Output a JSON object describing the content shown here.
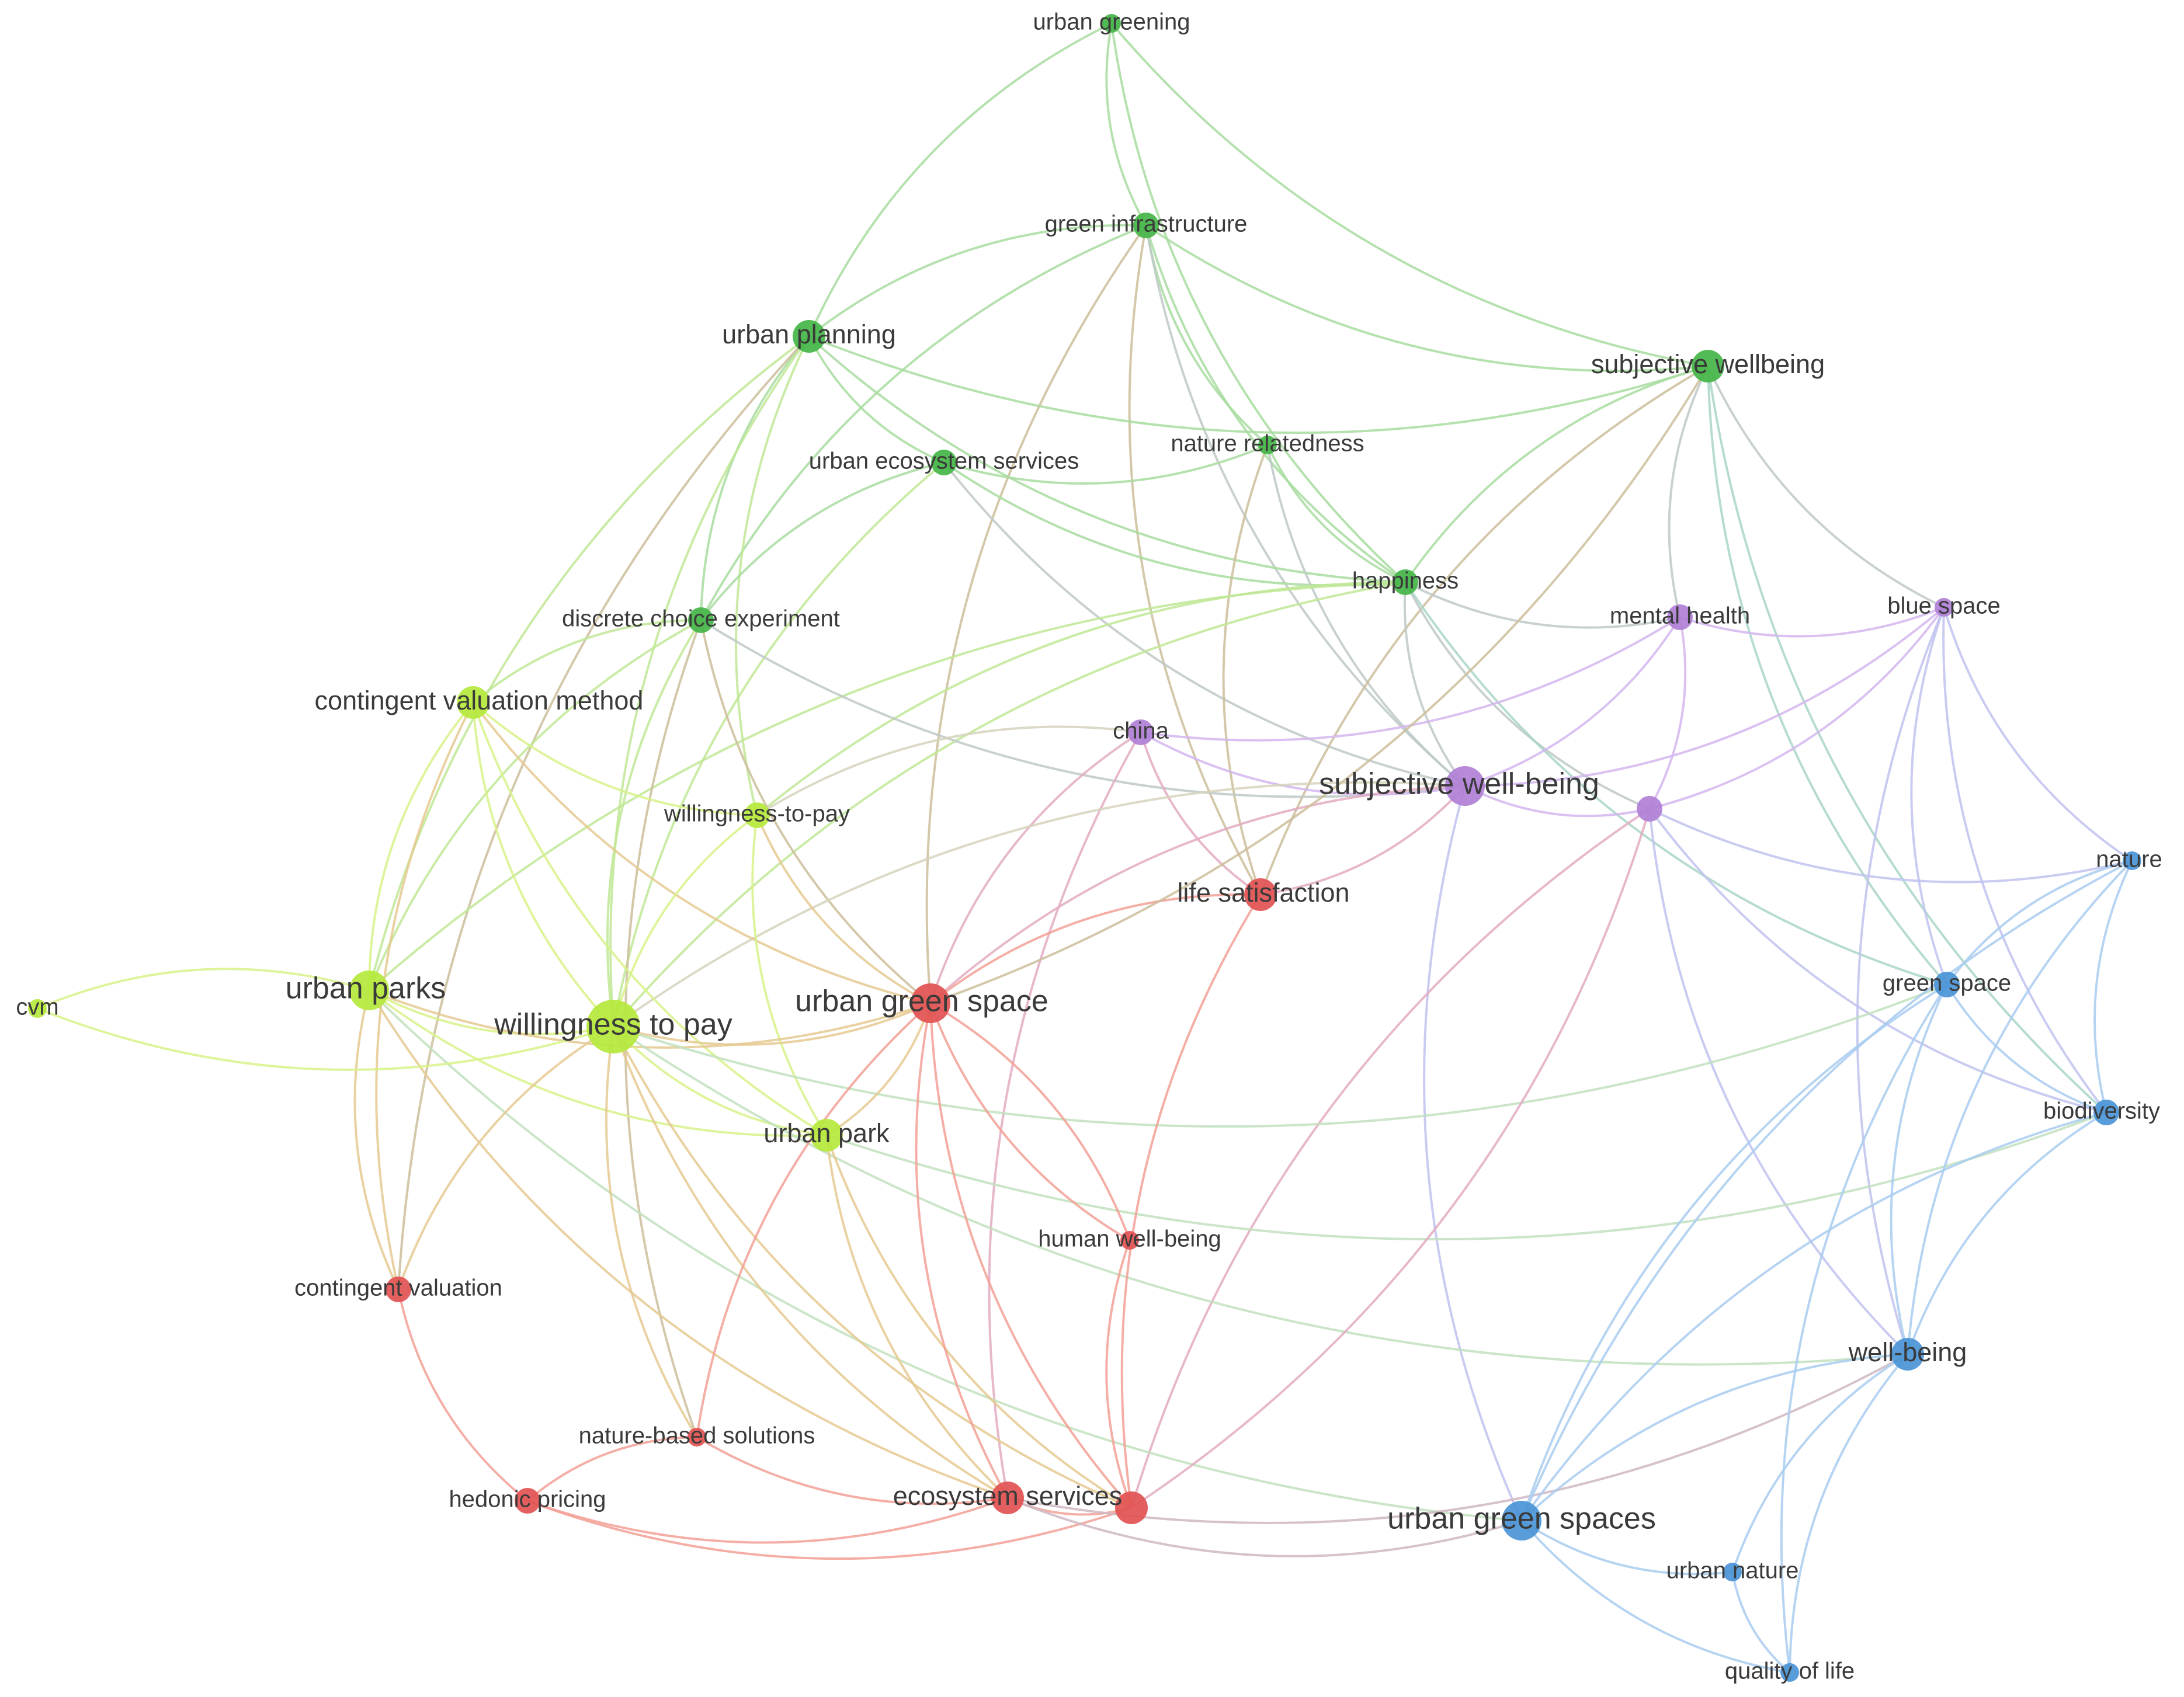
{
  "map": {
    "clusters": {
      "red": {
        "color": "#e25252",
        "edge": "#f2a095"
      },
      "green": {
        "color": "#44b547",
        "edge": "#a8dca0"
      },
      "blue": {
        "color": "#4a94d6",
        "edge": "#a9cdf0"
      },
      "yellow": {
        "color": "#b5e83c",
        "edge": "#d8f28a"
      },
      "purple": {
        "color": "#b07fd6",
        "edge": "#d4b6ee"
      }
    },
    "nodes": [
      {
        "id": "urban_greening",
        "label": "urban greening",
        "cluster": "green",
        "weight": 1
      },
      {
        "id": "green_infrastructure",
        "label": "green infrastructure",
        "cluster": "green",
        "weight": 2
      },
      {
        "id": "urban_planning",
        "label": "urban planning",
        "cluster": "green",
        "weight": 3
      },
      {
        "id": "subjective_wellbeing",
        "label": "subjective wellbeing",
        "cluster": "green",
        "weight": 3
      },
      {
        "id": "urban_ecosystem_services",
        "label": "urban ecosystem services",
        "cluster": "green",
        "weight": 2
      },
      {
        "id": "nature_relatedness",
        "label": "nature relatedness",
        "cluster": "green",
        "weight": 1
      },
      {
        "id": "happiness",
        "label": "happiness",
        "cluster": "green",
        "weight": 2
      },
      {
        "id": "discrete_choice_experiment",
        "label": "discrete choice experiment",
        "cluster": "green",
        "weight": 2
      },
      {
        "id": "mental_health",
        "label": "mental health",
        "cluster": "purple",
        "weight": 2
      },
      {
        "id": "blue_space",
        "label": "blue space",
        "cluster": "purple",
        "weight": 1
      },
      {
        "id": "china",
        "label": "china",
        "cluster": "purple",
        "weight": 2
      },
      {
        "id": "subjective_well_being",
        "label": "subjective well-being",
        "cluster": "purple",
        "weight": 4
      },
      {
        "id": "purple_unlabeled",
        "label": "",
        "cluster": "purple",
        "weight": 2
      },
      {
        "id": "contingent_valuation_method",
        "label": "contingent valuation method",
        "cluster": "yellow",
        "weight": 3
      },
      {
        "id": "willingness_to_pay_hyphen",
        "label": "willingness-to-pay",
        "cluster": "yellow",
        "weight": 2
      },
      {
        "id": "urban_parks",
        "label": "urban parks",
        "cluster": "yellow",
        "weight": 4
      },
      {
        "id": "willingness_to_pay",
        "label": "willingness to pay",
        "cluster": "yellow",
        "weight": 5
      },
      {
        "id": "cvm",
        "label": "cvm",
        "cluster": "yellow",
        "weight": 1
      },
      {
        "id": "urban_park",
        "label": "urban park",
        "cluster": "yellow",
        "weight": 3
      },
      {
        "id": "life_satisfaction",
        "label": "life satisfaction",
        "cluster": "red",
        "weight": 3
      },
      {
        "id": "urban_green_space",
        "label": "urban green space",
        "cluster": "red",
        "weight": 4
      },
      {
        "id": "human_well_being",
        "label": "human well-being",
        "cluster": "red",
        "weight": 1
      },
      {
        "id": "contingent_valuation",
        "label": "contingent valuation",
        "cluster": "red",
        "weight": 2
      },
      {
        "id": "nature_based_solutions",
        "label": "nature-based solutions",
        "cluster": "red",
        "weight": 1
      },
      {
        "id": "hedonic_pricing",
        "label": "hedonic pricing",
        "cluster": "red",
        "weight": 2
      },
      {
        "id": "ecosystem_services",
        "label": "ecosystem services",
        "cluster": "red",
        "weight": 3
      },
      {
        "id": "red_unlabeled",
        "label": "",
        "cluster": "red",
        "weight": 3
      },
      {
        "id": "nature",
        "label": "nature",
        "cluster": "blue",
        "weight": 1
      },
      {
        "id": "green_space",
        "label": "green space",
        "cluster": "blue",
        "weight": 2
      },
      {
        "id": "biodiversity",
        "label": "biodiversity",
        "cluster": "blue",
        "weight": 2
      },
      {
        "id": "well_being",
        "label": "well-being",
        "cluster": "blue",
        "weight": 3
      },
      {
        "id": "urban_green_spaces",
        "label": "urban green spaces",
        "cluster": "blue",
        "weight": 4
      },
      {
        "id": "urban_nature",
        "label": "urban nature",
        "cluster": "blue",
        "weight": 1
      },
      {
        "id": "quality_of_life",
        "label": "quality of life",
        "cluster": "blue",
        "weight": 1
      }
    ],
    "links": [
      [
        "urban_greening",
        "green_infrastructure"
      ],
      [
        "urban_greening",
        "urban_planning"
      ],
      [
        "urban_greening",
        "happiness"
      ],
      [
        "urban_greening",
        "subjective_wellbeing"
      ],
      [
        "green_infrastructure",
        "urban_planning"
      ],
      [
        "green_infrastructure",
        "subjective_wellbeing"
      ],
      [
        "green_infrastructure",
        "nature_relatedness"
      ],
      [
        "green_infrastructure",
        "happiness"
      ],
      [
        "green_infrastructure",
        "urban_green_space"
      ],
      [
        "green_infrastructure",
        "subjective_well_being"
      ],
      [
        "green_infrastructure",
        "life_satisfaction"
      ],
      [
        "green_infrastructure",
        "discrete_choice_experiment"
      ],
      [
        "urban_planning",
        "urban_ecosystem_services"
      ],
      [
        "urban_planning",
        "discrete_choice_experiment"
      ],
      [
        "urban_planning",
        "urban_parks"
      ],
      [
        "urban_planning",
        "willingness_to_pay"
      ],
      [
        "urban_planning",
        "contingent_valuation"
      ],
      [
        "urban_planning",
        "happiness"
      ],
      [
        "urban_planning",
        "willingness_to_pay_hyphen"
      ],
      [
        "urban_planning",
        "subjective_wellbeing"
      ],
      [
        "urban_ecosystem_services",
        "happiness"
      ],
      [
        "urban_ecosystem_services",
        "discrete_choice_experiment"
      ],
      [
        "urban_ecosystem_services",
        "willingness_to_pay"
      ],
      [
        "urban_ecosystem_services",
        "subjective_well_being"
      ],
      [
        "urban_ecosystem_services",
        "nature_relatedness"
      ],
      [
        "nature_relatedness",
        "happiness"
      ],
      [
        "nature_relatedness",
        "subjective_well_being"
      ],
      [
        "nature_relatedness",
        "life_satisfaction"
      ],
      [
        "subjective_wellbeing",
        "happiness"
      ],
      [
        "subjective_wellbeing",
        "green_space"
      ],
      [
        "subjective_wellbeing",
        "blue_space"
      ],
      [
        "subjective_wellbeing",
        "biodiversity"
      ],
      [
        "subjective_wellbeing",
        "life_satisfaction"
      ],
      [
        "subjective_wellbeing",
        "mental_health"
      ],
      [
        "happiness",
        "mental_health"
      ],
      [
        "happiness",
        "purple_unlabeled"
      ],
      [
        "happiness",
        "willingness_to_pay"
      ],
      [
        "happiness",
        "urban_parks"
      ],
      [
        "happiness",
        "willingness_to_pay_hyphen"
      ],
      [
        "happiness",
        "subjective_well_being"
      ],
      [
        "happiness",
        "green_space"
      ],
      [
        "discrete_choice_experiment",
        "contingent_valuation_method"
      ],
      [
        "discrete_choice_experiment",
        "willingness_to_pay"
      ],
      [
        "discrete_choice_experiment",
        "urban_green_space"
      ],
      [
        "discrete_choice_experiment",
        "nature_based_solutions"
      ],
      [
        "discrete_choice_experiment",
        "subjective_well_being"
      ],
      [
        "discrete_choice_experiment",
        "urban_parks"
      ],
      [
        "china",
        "subjective_well_being"
      ],
      [
        "china",
        "urban_green_space"
      ],
      [
        "china",
        "life_satisfaction"
      ],
      [
        "china",
        "willingness_to_pay_hyphen"
      ],
      [
        "china",
        "ecosystem_services"
      ],
      [
        "china",
        "mental_health"
      ],
      [
        "subjective_well_being",
        "purple_unlabeled"
      ],
      [
        "subjective_well_being",
        "mental_health"
      ],
      [
        "subjective_well_being",
        "blue_space"
      ],
      [
        "subjective_well_being",
        "urban_green_space"
      ],
      [
        "subjective_well_being",
        "urban_green_spaces"
      ],
      [
        "subjective_well_being",
        "willingness_to_pay"
      ],
      [
        "purple_unlabeled",
        "mental_health"
      ],
      [
        "purple_unlabeled",
        "blue_space"
      ],
      [
        "purple_unlabeled",
        "nature"
      ],
      [
        "purple_unlabeled",
        "biodiversity"
      ],
      [
        "purple_unlabeled",
        "well_being"
      ],
      [
        "purple_unlabeled",
        "red_unlabeled"
      ],
      [
        "mental_health",
        "blue_space"
      ],
      [
        "blue_space",
        "nature"
      ],
      [
        "blue_space",
        "green_space"
      ],
      [
        "blue_space",
        "biodiversity"
      ],
      [
        "blue_space",
        "well_being"
      ],
      [
        "contingent_valuation_method",
        "urban_parks"
      ],
      [
        "contingent_valuation_method",
        "willingness_to_pay"
      ],
      [
        "contingent_valuation_method",
        "willingness_to_pay_hyphen"
      ],
      [
        "contingent_valuation_method",
        "urban_park"
      ],
      [
        "contingent_valuation_method",
        "urban_green_space"
      ],
      [
        "contingent_valuation_method",
        "contingent_valuation"
      ],
      [
        "willingness_to_pay_hyphen",
        "willingness_to_pay"
      ],
      [
        "willingness_to_pay_hyphen",
        "urban_park"
      ],
      [
        "willingness_to_pay_hyphen",
        "urban_green_space"
      ],
      [
        "urban_parks",
        "willingness_to_pay"
      ],
      [
        "urban_parks",
        "cvm"
      ],
      [
        "urban_parks",
        "urban_park"
      ],
      [
        "urban_parks",
        "contingent_valuation"
      ],
      [
        "urban_parks",
        "urban_green_space"
      ],
      [
        "urban_parks",
        "ecosystem_services"
      ],
      [
        "urban_parks",
        "urban_green_spaces"
      ],
      [
        "cvm",
        "willingness_to_pay"
      ],
      [
        "willingness_to_pay",
        "urban_park"
      ],
      [
        "willingness_to_pay",
        "urban_green_space"
      ],
      [
        "willingness_to_pay",
        "contingent_valuation"
      ],
      [
        "willingness_to_pay",
        "ecosystem_services"
      ],
      [
        "willingness_to_pay",
        "red_unlabeled"
      ],
      [
        "willingness_to_pay",
        "green_space"
      ],
      [
        "willingness_to_pay",
        "well_being"
      ],
      [
        "willingness_to_pay",
        "nature_based_solutions"
      ],
      [
        "urban_park",
        "red_unlabeled"
      ],
      [
        "urban_park",
        "ecosystem_services"
      ],
      [
        "urban_park",
        "biodiversity"
      ],
      [
        "urban_park",
        "urban_green_space"
      ],
      [
        "life_satisfaction",
        "urban_green_space"
      ],
      [
        "life_satisfaction",
        "red_unlabeled"
      ],
      [
        "life_satisfaction",
        "subjective_well_being"
      ],
      [
        "urban_green_space",
        "human_well_being"
      ],
      [
        "urban_green_space",
        "ecosystem_services"
      ],
      [
        "urban_green_space",
        "red_unlabeled"
      ],
      [
        "urban_green_space",
        "nature_based_solutions"
      ],
      [
        "urban_green_space",
        "subjective_wellbeing"
      ],
      [
        "human_well_being",
        "red_unlabeled"
      ],
      [
        "human_well_being",
        "urban_green_space"
      ],
      [
        "contingent_valuation",
        "hedonic_pricing"
      ],
      [
        "nature_based_solutions",
        "hedonic_pricing"
      ],
      [
        "nature_based_solutions",
        "ecosystem_services"
      ],
      [
        "hedonic_pricing",
        "ecosystem_services"
      ],
      [
        "hedonic_pricing",
        "red_unlabeled"
      ],
      [
        "ecosystem_services",
        "red_unlabeled"
      ],
      [
        "ecosystem_services",
        "urban_green_spaces"
      ],
      [
        "ecosystem_services",
        "well_being"
      ],
      [
        "red_unlabeled",
        "purple_unlabeled"
      ],
      [
        "nature",
        "green_space"
      ],
      [
        "nature",
        "biodiversity"
      ],
      [
        "nature",
        "well_being"
      ],
      [
        "nature",
        "urban_green_spaces"
      ],
      [
        "green_space",
        "biodiversity"
      ],
      [
        "green_space",
        "well_being"
      ],
      [
        "green_space",
        "urban_green_spaces"
      ],
      [
        "green_space",
        "quality_of_life"
      ],
      [
        "biodiversity",
        "well_being"
      ],
      [
        "biodiversity",
        "urban_green_spaces"
      ],
      [
        "well_being",
        "urban_green_spaces"
      ],
      [
        "well_being",
        "urban_nature"
      ],
      [
        "well_being",
        "quality_of_life"
      ],
      [
        "urban_green_spaces",
        "quality_of_life"
      ],
      [
        "urban_green_spaces",
        "urban_nature"
      ],
      [
        "urban_nature",
        "quality_of_life"
      ]
    ]
  }
}
